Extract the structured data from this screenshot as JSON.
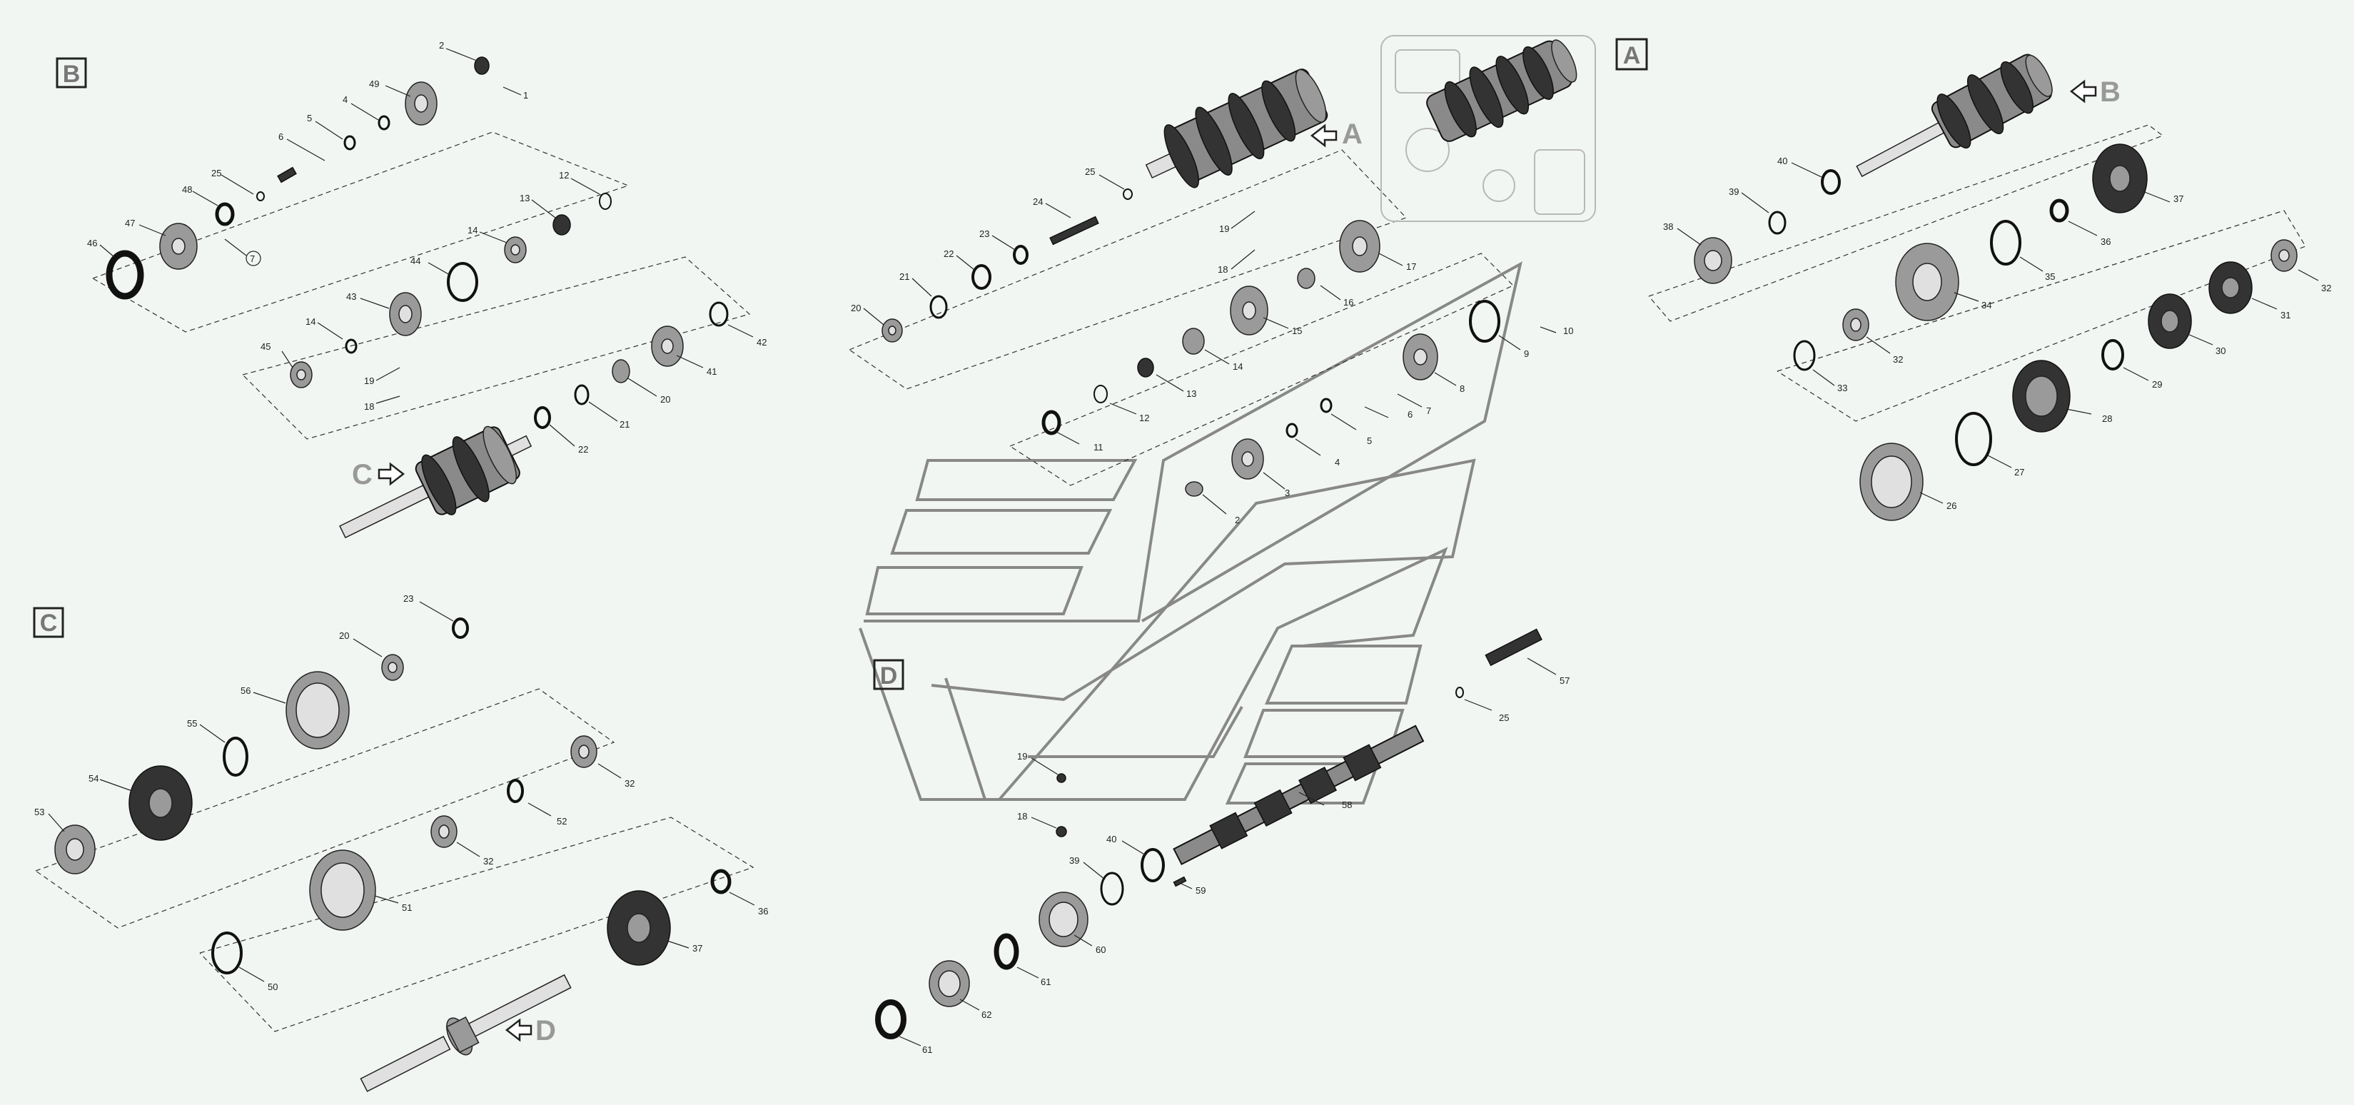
{
  "views": [
    {
      "letter": "B"
    },
    {
      "letter": "A"
    },
    {
      "letter": "C"
    },
    {
      "letter": "D"
    }
  ],
  "arrow_refs": [
    "A",
    "B",
    "C",
    "D"
  ],
  "callouts": {
    "B": [
      "2",
      "1",
      "49",
      "4",
      "5",
      "6",
      "25",
      "48",
      "47",
      "46",
      "7",
      "12",
      "13",
      "14",
      "45",
      "44",
      "43",
      "14",
      "19",
      "18",
      "22",
      "21",
      "20",
      "41",
      "42"
    ],
    "A_center": [
      "25",
      "24",
      "23",
      "22",
      "21",
      "20",
      "19",
      "18",
      "17",
      "16",
      "15",
      "14",
      "13",
      "12",
      "11",
      "10",
      "9",
      "8",
      "7",
      "6",
      "5",
      "4",
      "3",
      "2"
    ],
    "A_right": [
      "40",
      "39",
      "38",
      "37",
      "36",
      "35",
      "34",
      "32",
      "33",
      "32",
      "31",
      "30",
      "29",
      "28",
      "27",
      "26"
    ],
    "C": [
      "23",
      "20",
      "56",
      "55",
      "54",
      "53",
      "32",
      "52",
      "32",
      "51",
      "50",
      "36",
      "37"
    ],
    "D": [
      "57",
      "25",
      "58",
      "19",
      "18",
      "40",
      "39",
      "59",
      "60",
      "61",
      "62",
      "61"
    ]
  },
  "colors": {
    "background": "#f2f6f2",
    "part_dark": "#333333",
    "part_mid": "#9a9a9a",
    "logo_line": "#888888"
  }
}
